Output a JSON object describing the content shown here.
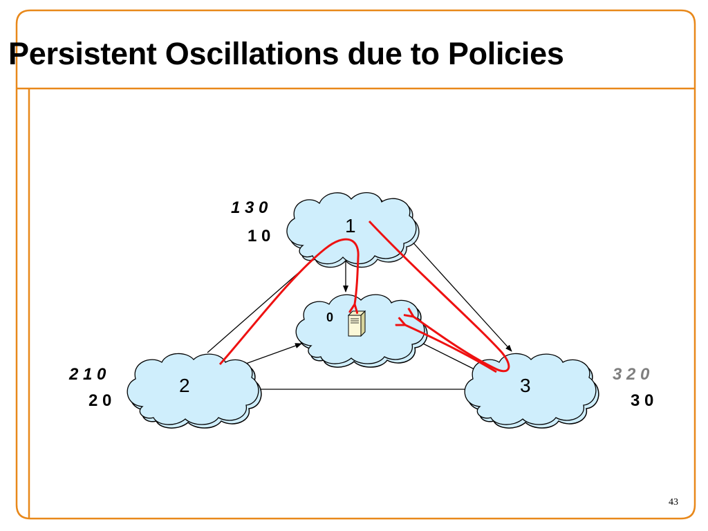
{
  "slide": {
    "title": "Persistent Oscillations due to Policies",
    "page_number": "43",
    "colors": {
      "border": "#e8881a",
      "cloud": "#cfeefc",
      "path": "#ee1111",
      "text_grey": "#7f7f7f"
    }
  },
  "nodes": [
    {
      "id": "1",
      "label": "1",
      "path_pref": "1 3 0",
      "path_alt": "1 0"
    },
    {
      "id": "2",
      "label": "2",
      "path_pref": "2 1 0",
      "path_alt": "2 0"
    },
    {
      "id": "3",
      "label": "3",
      "path_pref": "3 2 0",
      "path_alt": "3 0"
    }
  ],
  "destination": {
    "label": "0",
    "icon": "server-icon"
  }
}
